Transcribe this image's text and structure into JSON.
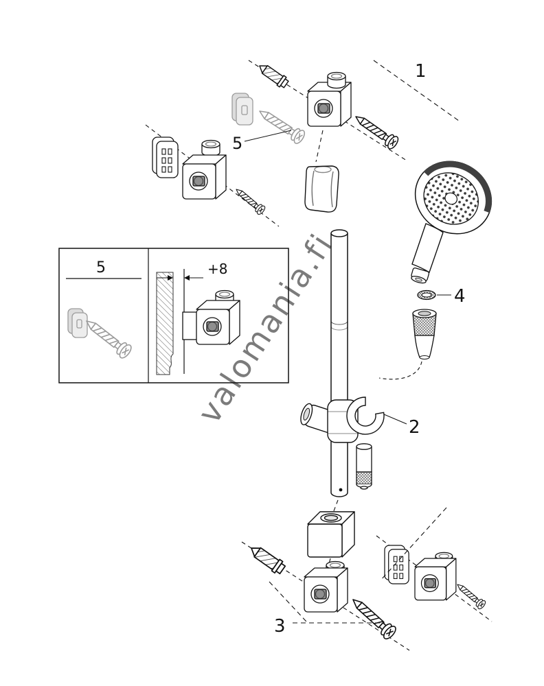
{
  "diagram": {
    "watermark": "valomania.fi",
    "callouts": {
      "part1": "1",
      "part2": "2",
      "part3": "3",
      "part4": "4",
      "part5": "5"
    },
    "inset": {
      "step_label": "5",
      "offset_dimension": "+8"
    },
    "colors": {
      "line": "#111111",
      "gray_part": "#9b9b9b",
      "watermark": "#a9a9a9"
    }
  }
}
